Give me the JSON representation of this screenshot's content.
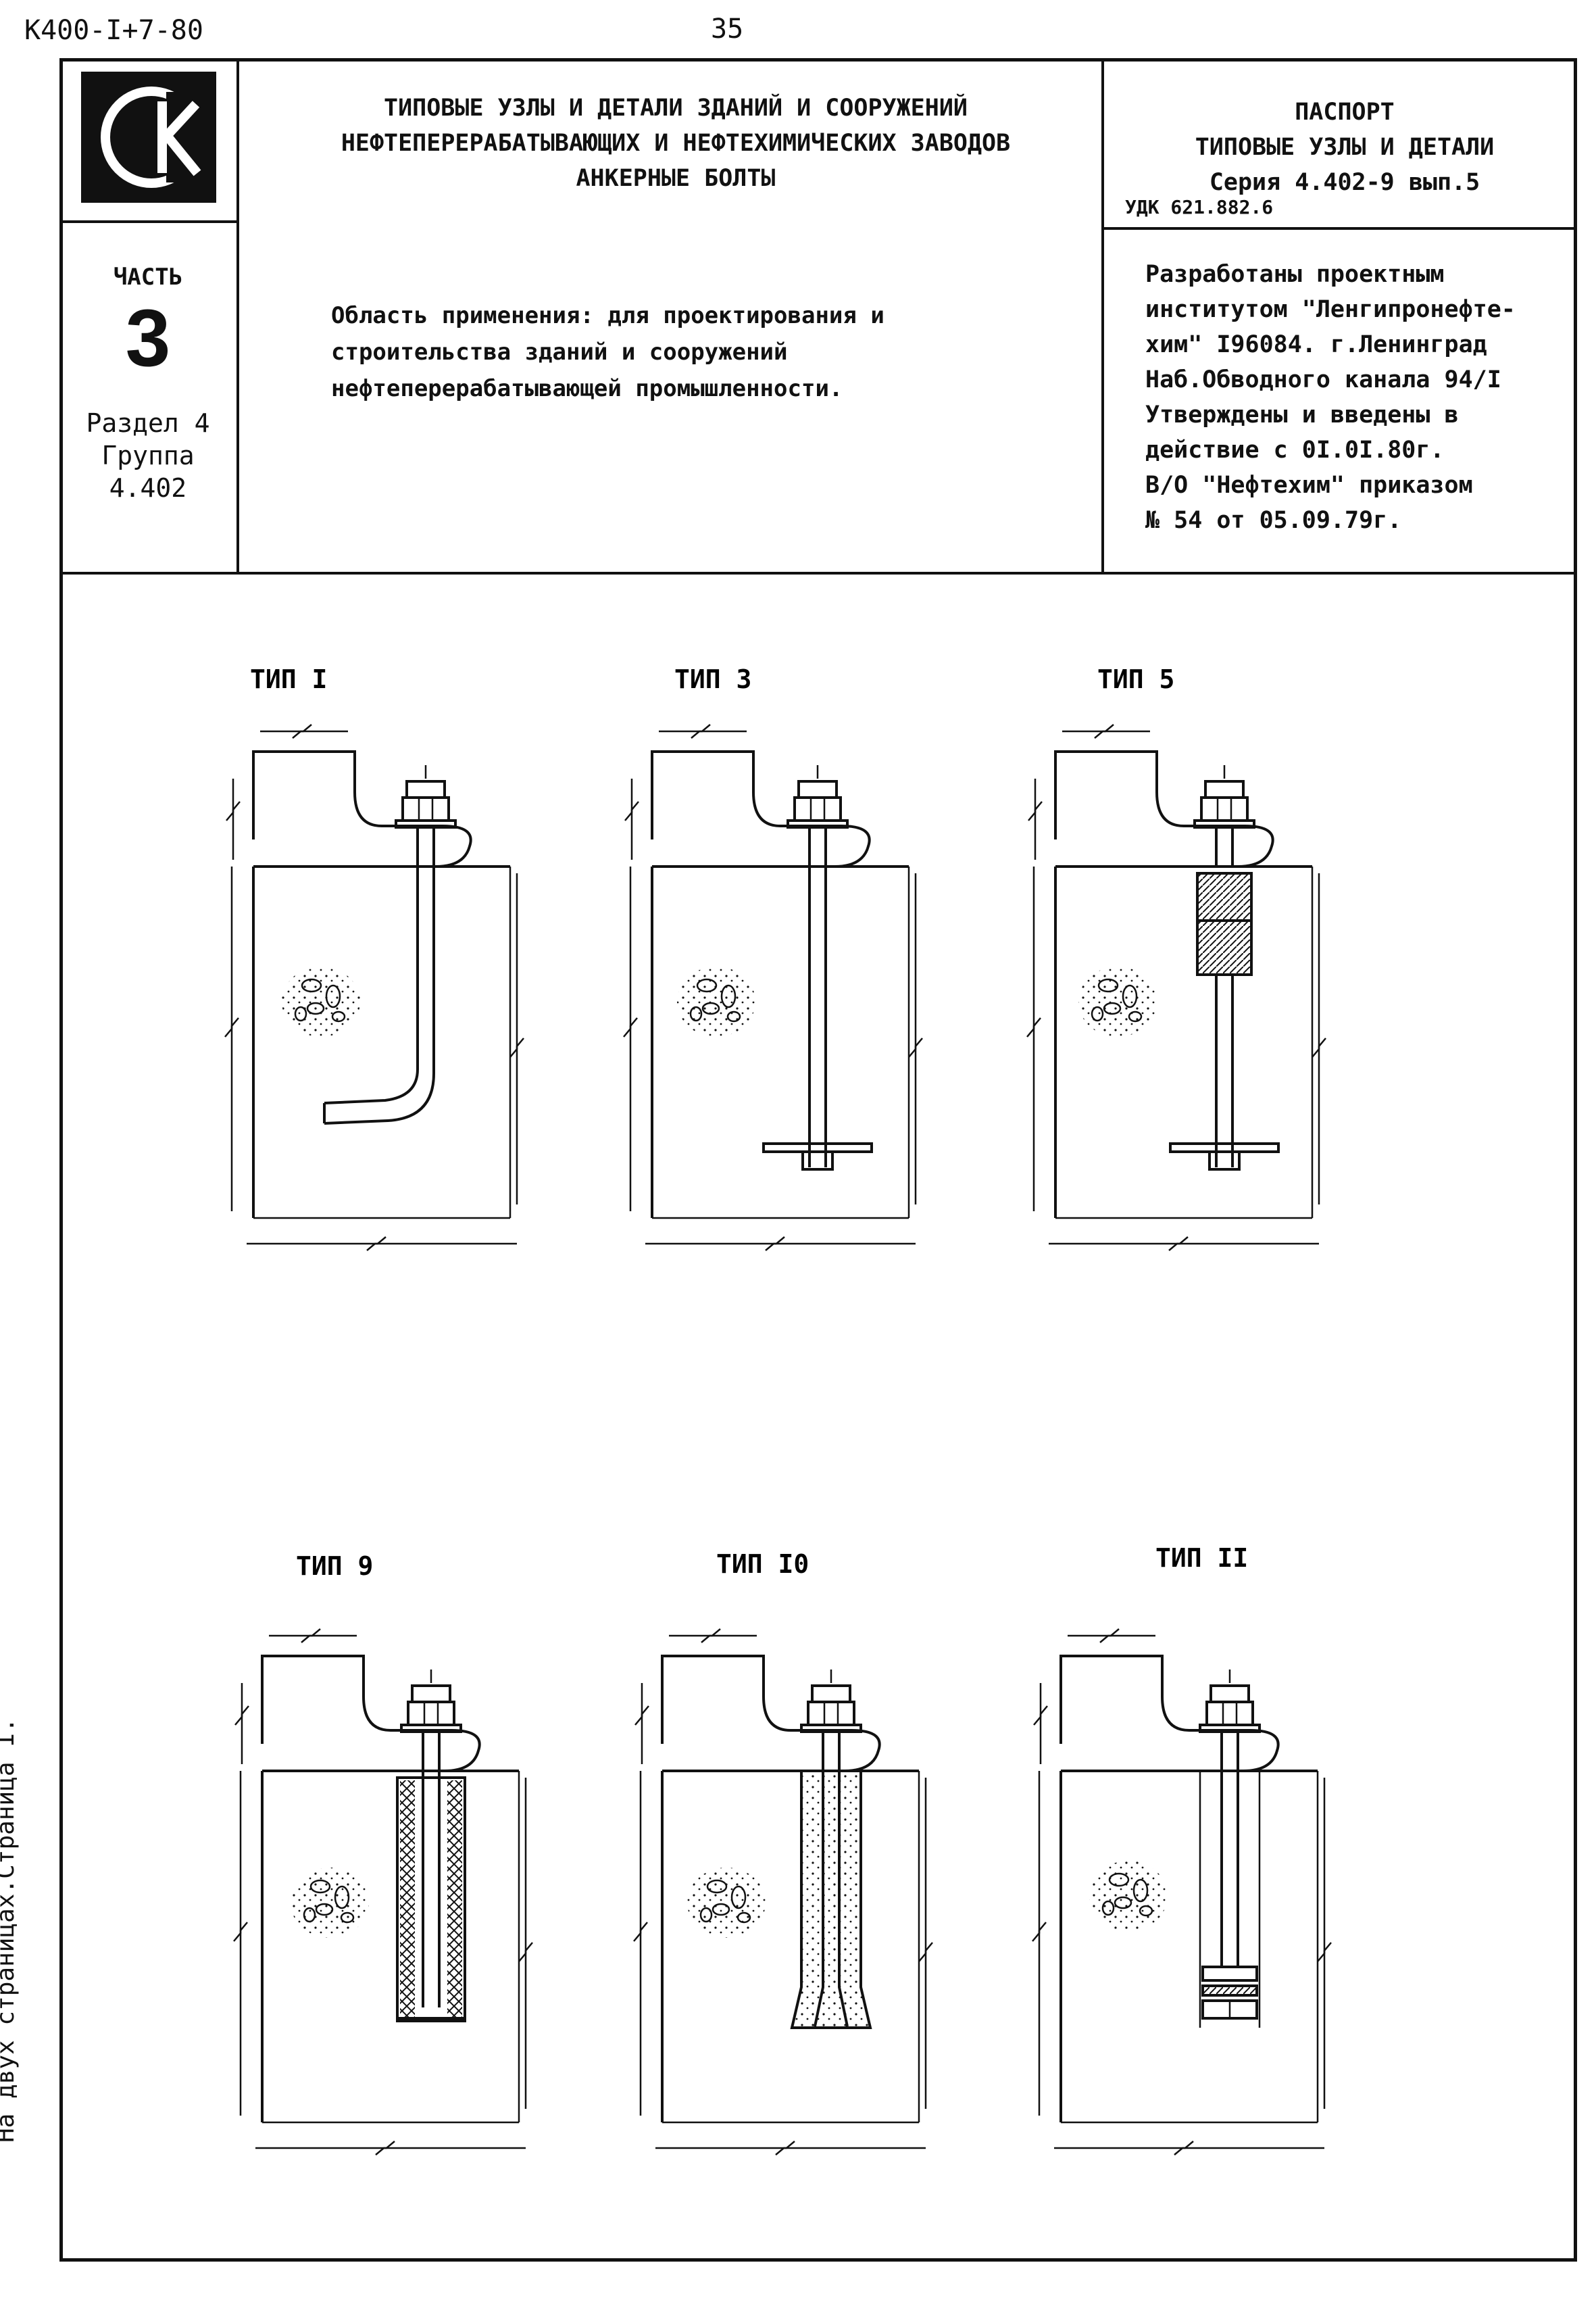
{
  "header": {
    "code": "К400-I+7-80",
    "page_number": "35"
  },
  "side_note": "На двух страницах.Страница I.",
  "logo": {
    "icon": "ck-logo-icon"
  },
  "part": {
    "label": "ЧАСТЬ",
    "number": "3",
    "section": "Раздел 4",
    "group": "Группа",
    "group_code": "4.402"
  },
  "title": {
    "line1": "ТИПОВЫЕ УЗЛЫ И ДЕТАЛИ ЗДАНИЙ И СООРУЖЕНИЙ",
    "line2": "НЕФТЕПЕРЕРАБАТЫВАЮЩИХ И НЕФТЕХИМИЧЕСКИХ ЗАВОДОВ",
    "line3": "АНКЕРНЫЕ БОЛТЫ"
  },
  "passport": {
    "line1": "ПАСПОРТ",
    "line2": "ТИПОВЫЕ УЗЛЫ И ДЕТАЛИ",
    "line3": "Серия 4.402-9 вып.5",
    "udk": "УДК 621.882.6"
  },
  "scope": {
    "line1": "Область применения:  для проектирования и",
    "line2": "строительства зданий и сооружений",
    "line3": "нефтеперерабатывающей промышленности."
  },
  "developer": {
    "lines": [
      "Разработаны проектным",
      "институтом \"Ленгипронефте-",
      "хим\" I96084. г.Ленинград",
      "Наб.Обводного канала 94/I",
      "Утверждены и введены в",
      "действие с 0I.0I.80г.",
      "В/О \"Нефтехим\" приказом",
      "№ 54 от 05.09.79г."
    ]
  },
  "drawings": [
    {
      "id": "type1",
      "label": "ТИП I",
      "bolt": "bent"
    },
    {
      "id": "type3",
      "label": "ТИП 3",
      "bolt": "plate"
    },
    {
      "id": "type5",
      "label": "ТИП 5",
      "bolt": "coupling"
    },
    {
      "id": "type9",
      "label": "ТИП 9",
      "bolt": "hatched-sleeve"
    },
    {
      "id": "type10",
      "label": "ТИП I0",
      "bolt": "tapered-grout"
    },
    {
      "id": "type11",
      "label": "ТИП II",
      "bolt": "expansion"
    }
  ]
}
